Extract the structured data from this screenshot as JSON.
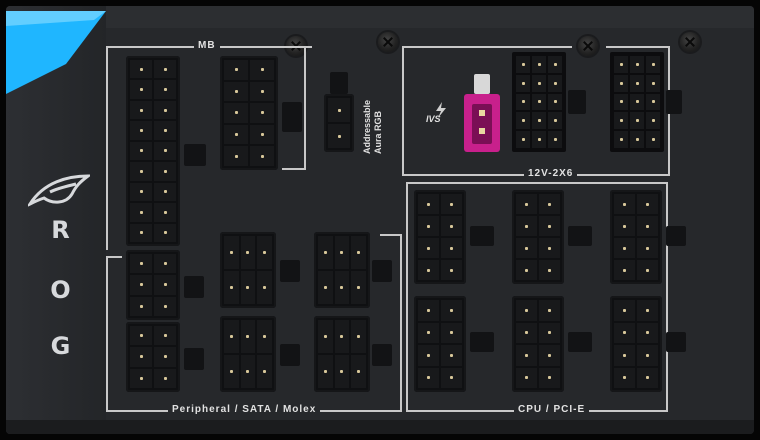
{
  "brand": {
    "letters": [
      "R",
      "O",
      "G"
    ]
  },
  "labels": {
    "mb": "MB",
    "aura_line1": "Addressable",
    "aura_line2": "Aura RGB",
    "ivs": "IVS",
    "hv": "12V-2X6",
    "peripheral": "Peripheral  / SATA / Molex",
    "cpu": "CPU / PCI-E"
  },
  "colors": {
    "accent_rgb": "#1fb6ff",
    "pink_connector": "#c8208c",
    "panel": "#26282b",
    "lines": "#c8c8c8"
  },
  "icons": {
    "brand_logo": "rog-eye-logo",
    "ivs_icon": "lightning-icon",
    "screw": "screw-icon"
  }
}
